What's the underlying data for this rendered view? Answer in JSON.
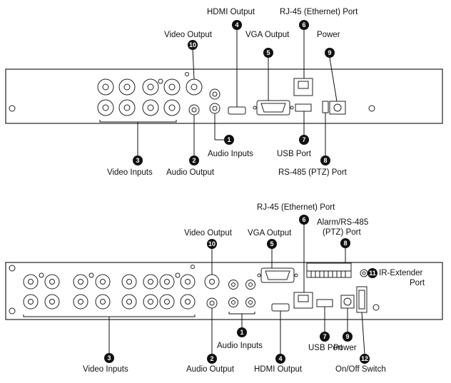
{
  "colors": {
    "ink": "#111111",
    "background": "#ffffff"
  },
  "top": {
    "labels": {
      "hdmi_output": "HDMI Output",
      "rj45": "RJ-45 (Ethernet) Port",
      "video_output": "Video Output",
      "vga_output": "VGA Output",
      "power": "Power",
      "audio_inputs": "Audio Inputs",
      "usb_port": "USB Port",
      "video_inputs": "Video Inputs",
      "audio_output": "Audio Output",
      "rs485": "RS-485 (PTZ) Port"
    },
    "callouts": {
      "c1": "1",
      "c2": "2",
      "c3": "3",
      "c4": "4",
      "c5": "5",
      "c6": "6",
      "c7": "7",
      "c8": "8",
      "c9": "9",
      "c10": "10"
    }
  },
  "bottom": {
    "labels": {
      "rj45": "RJ-45 (Ethernet) Port",
      "alarm_line1": "Alarm/RS-485",
      "alarm_line2": "(PTZ) Port",
      "video_output": "Video Output",
      "vga_output": "VGA Output",
      "ir_line1": "IR-Extender",
      "ir_line2": "Port",
      "audio_inputs": "Audio Inputs",
      "usb_port": "USB Port",
      "power": "Power",
      "video_inputs": "Video Inputs",
      "audio_output": "Audio Output",
      "hdmi_output": "HDMI Output",
      "onoff": "On/Off Switch"
    },
    "callouts": {
      "c1": "1",
      "c2": "2",
      "c3": "3",
      "c4": "4",
      "c5": "5",
      "c6": "6",
      "c7": "7",
      "c8": "8",
      "c9": "9",
      "c10": "10",
      "c11": "11",
      "c12": "12"
    }
  }
}
